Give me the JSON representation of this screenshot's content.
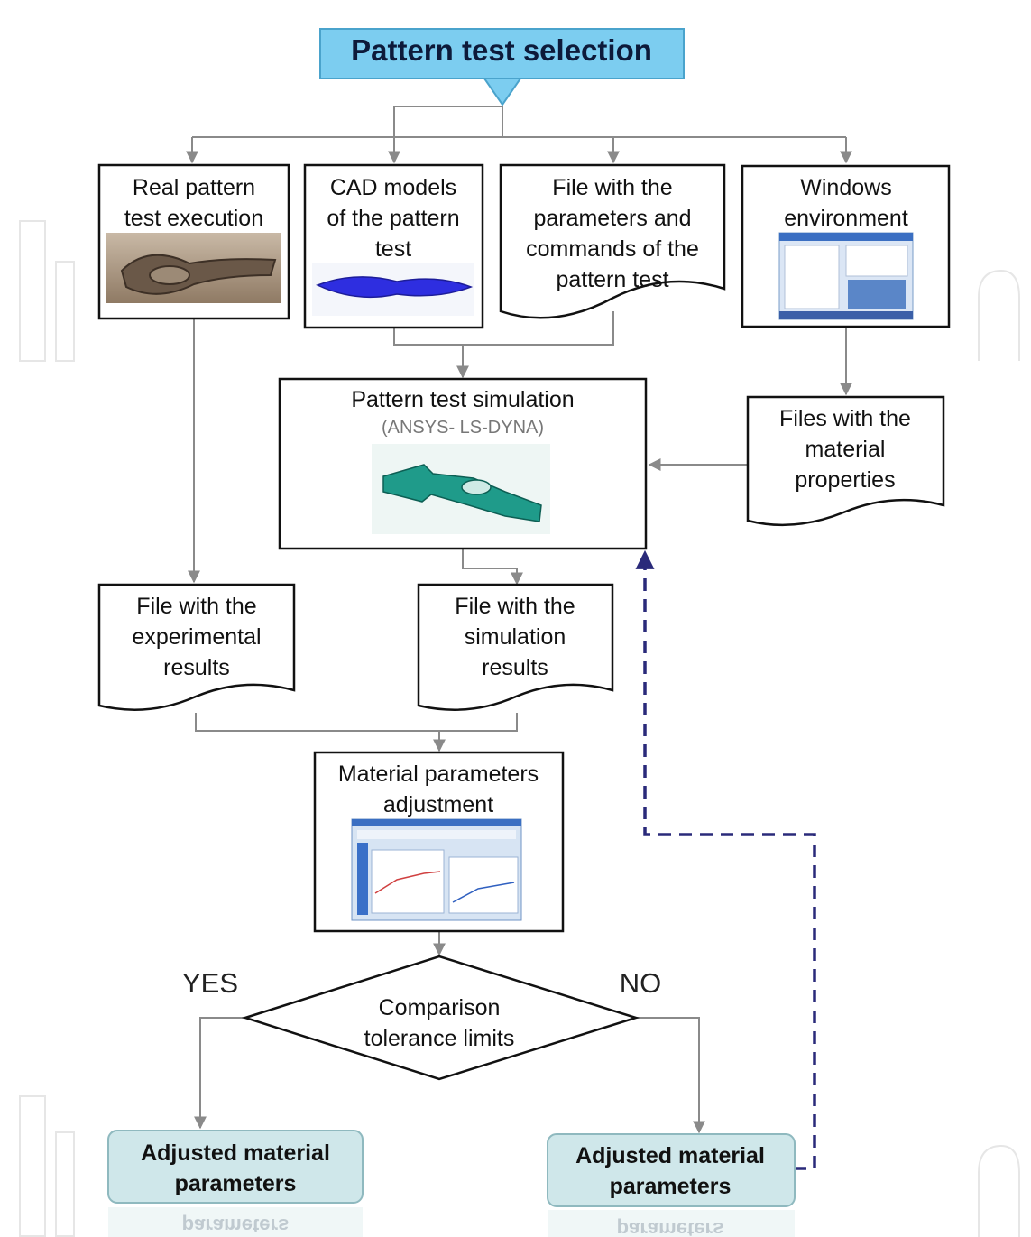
{
  "title": "Pattern test selection",
  "boxes": {
    "real_pattern": [
      "Real pattern",
      "test execution"
    ],
    "cad_models": [
      "CAD models",
      "of the pattern",
      "test"
    ],
    "file_params": [
      "File with the",
      "parameters and",
      "commands of the",
      "pattern test"
    ],
    "windows_env": [
      "Windows",
      "environment"
    ],
    "simulation": {
      "title": "Pattern test simulation",
      "subtitle": "(ANSYS- LS-DYNA)"
    },
    "material_files": [
      "Files with the",
      "material",
      "properties"
    ],
    "experimental_results": [
      "File with the",
      "experimental",
      "results"
    ],
    "simulation_results": [
      "File with the",
      "simulation",
      "results"
    ],
    "adjustment": [
      "Material parameters",
      "adjustment"
    ],
    "decision": [
      "Comparison",
      "tolerance  limits"
    ],
    "yes_label": "YES",
    "no_label": "NO",
    "output_yes": [
      "Adjusted material",
      "parameters"
    ],
    "output_no": [
      "Adjusted material",
      "parameters"
    ],
    "reflection": "parameters"
  },
  "colors": {
    "title_fill": "#7ccdf0",
    "output_fill": "#cfe7ea",
    "dashed_line": "#2a2a7a",
    "connector": "#8a8a8a"
  }
}
